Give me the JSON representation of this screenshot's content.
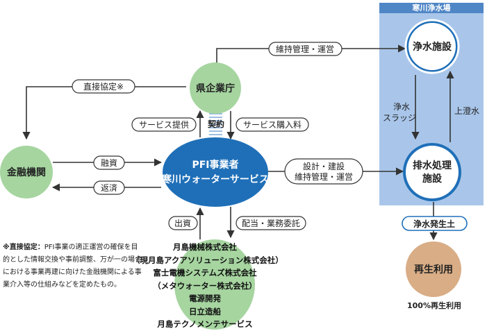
{
  "plant": {
    "title": "寒川浄水場"
  },
  "nodes": {
    "water_facility": "浄水施設",
    "drain_facility_1": "排水処理",
    "drain_facility_2": "施設",
    "prefecture": "県企業庁",
    "finance": "金融機関",
    "pfi_1": "PFI事業者",
    "pfi_2": "寒川ウォーターサービス",
    "soil": "浄水発生土",
    "recycle": "再生利用",
    "recycle_caption": "100%再生利用"
  },
  "edges": {
    "maintenance": "維持管理・運営",
    "direct_agreement": "直接協定※",
    "sludge_1": "浄水",
    "sludge_2": "スラッジ",
    "supernatant": "上澄水",
    "service_provide": "サービス提供",
    "contract": "契約",
    "service_fee": "サービス購入料",
    "loan": "融資",
    "repay": "返済",
    "design_1": "設計・建設",
    "design_2": "維持管理・運営",
    "invest": "出資",
    "dividend": "配当・業務委託"
  },
  "companies": [
    "月島機械株式会社",
    "（現月島アクアソリューション株式会社）",
    "富士電機システムズ株式会社",
    "（メタウォーター株式会社）",
    "電源開発",
    "日立造船",
    "月島テクノメンテサービス"
  ],
  "note": {
    "head": "※直接協定：",
    "body": "PFI事業の適正運営の確保を目的とした情報交換や事前調整、万が一の場合における事業再建に向けた金融機関による事業介入等の仕組みなどを定めたもの。"
  },
  "colors": {
    "plant_bg": "#a9c6ea",
    "plant_head": "#4f86c6",
    "blue_node": "#1f6fb8",
    "green_node": "#a6d5a0",
    "soil_node": "#d9ad86",
    "line": "#333333"
  }
}
